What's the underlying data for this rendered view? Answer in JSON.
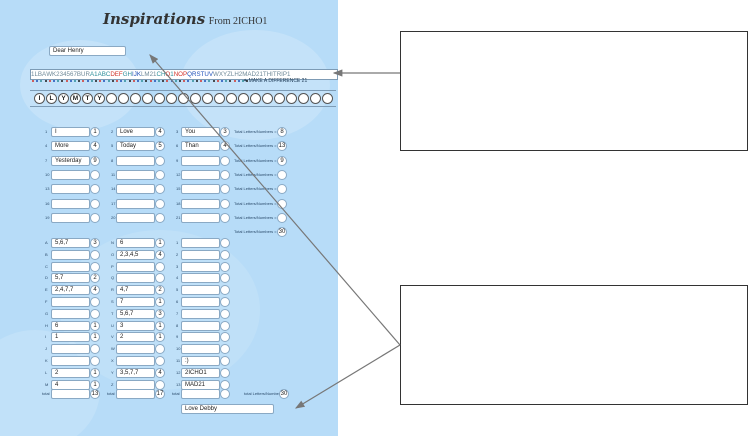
{
  "title": {
    "script": "Inspirations",
    "from": "From 2ICHO1"
  },
  "greeting": "Dear Henry",
  "closing": "Love Debby",
  "letters_bar": {
    "text": "1LBAWK234567BURA1ABCDEFGHIJKLM21CHO1NOPQRSTUVWXYZLH2MAD21THITRIP1",
    "tagline": "MAKE A DIFFERENCE 21",
    "colors": {
      "grey": "#6f8a98",
      "red": "#d2332a",
      "blue": "#1d4fb8",
      "teal": "#2e8f9a"
    }
  },
  "beads": [
    "I",
    "L",
    "Y",
    "M",
    "T",
    "Y"
  ],
  "word_rows": [
    {
      "n1": "1",
      "w1": "I",
      "c1": "1",
      "n2": "2",
      "w2": "Love",
      "c2": "4",
      "n3": "3",
      "w3": "You",
      "c3": "3",
      "total_label": "Total Letters/Numbers =",
      "total": "8"
    },
    {
      "n1": "4",
      "w1": "More",
      "c1": "4",
      "n2": "5",
      "w2": "Today",
      "c2": "5",
      "n3": "6",
      "w3": "Than",
      "c3": "4",
      "total_label": "Total Letters/Numbers =",
      "total": "13"
    },
    {
      "n1": "7",
      "w1": "Yesterday",
      "c1": "9",
      "n2": "8",
      "w2": "",
      "c2": "",
      "n3": "9",
      "w3": "",
      "c3": "",
      "total_label": "Total Letters/Numbers =",
      "total": "9"
    },
    {
      "n1": "10",
      "w1": "",
      "c1": "",
      "n2": "11",
      "w2": "",
      "c2": "",
      "n3": "12",
      "w3": "",
      "c3": "",
      "total_label": "Total Letters/Numbers =",
      "total": ""
    },
    {
      "n1": "13",
      "w1": "",
      "c1": "",
      "n2": "14",
      "w2": "",
      "c2": "",
      "n3": "15",
      "w3": "",
      "c3": "",
      "total_label": "Total Letters/Numbers =",
      "total": ""
    },
    {
      "n1": "16",
      "w1": "",
      "c1": "",
      "n2": "17",
      "w2": "",
      "c2": "",
      "n3": "18",
      "w3": "",
      "c3": "",
      "total_label": "Total Letters/Numbers =",
      "total": ""
    },
    {
      "n1": "19",
      "w1": "",
      "c1": "",
      "n2": "20",
      "w2": "",
      "c2": "",
      "n3": "21",
      "w3": "",
      "c3": "",
      "total_label": "Total Letters/Numbers =",
      "total": ""
    }
  ],
  "words_total": {
    "label": "Total Letters/Numbers =",
    "value": "30"
  },
  "letter_rows": [
    {
      "l1": "A",
      "p1": "5,6,7",
      "c1": "3",
      "l2": "N",
      "p2": "6",
      "c2": "1",
      "l3": "1",
      "p3": "",
      "c3": ""
    },
    {
      "l1": "B",
      "p1": "",
      "c1": "",
      "l2": "O",
      "p2": "2,3,4,5",
      "c2": "4",
      "l3": "2",
      "p3": "",
      "c3": ""
    },
    {
      "l1": "C",
      "p1": "",
      "c1": "",
      "l2": "P",
      "p2": "",
      "c2": "",
      "l3": "3",
      "p3": "",
      "c3": ""
    },
    {
      "l1": "D",
      "p1": "5,7",
      "c1": "2",
      "l2": "Q",
      "p2": "",
      "c2": "",
      "l3": "4",
      "p3": "",
      "c3": ""
    },
    {
      "l1": "E",
      "p1": "2,4,7,7",
      "c1": "4",
      "l2": "R",
      "p2": "4,7",
      "c2": "2",
      "l3": "5",
      "p3": "",
      "c3": ""
    },
    {
      "l1": "F",
      "p1": "",
      "c1": "",
      "l2": "S",
      "p2": "7",
      "c2": "1",
      "l3": "6",
      "p3": "",
      "c3": ""
    },
    {
      "l1": "G",
      "p1": "",
      "c1": "",
      "l2": "T",
      "p2": "5,6,7",
      "c2": "3",
      "l3": "7",
      "p3": "",
      "c3": ""
    },
    {
      "l1": "H",
      "p1": "6",
      "c1": "1",
      "l2": "U",
      "p2": "3",
      "c2": "1",
      "l3": "8",
      "p3": "",
      "c3": ""
    },
    {
      "l1": "I",
      "p1": "1",
      "c1": "1",
      "l2": "V",
      "p2": "2",
      "c2": "1",
      "l3": "9",
      "p3": "",
      "c3": ""
    },
    {
      "l1": "J",
      "p1": "",
      "c1": "",
      "l2": "W",
      "p2": "",
      "c2": "",
      "l3": "10",
      "p3": "",
      "c3": ""
    },
    {
      "l1": "K",
      "p1": "",
      "c1": "",
      "l2": "X",
      "p2": "",
      "c2": "",
      "l3": "11",
      "p3": ":)",
      "c3": ""
    },
    {
      "l1": "L",
      "p1": "2",
      "c1": "1",
      "l2": "Y",
      "p2": "3,5,7,7",
      "c2": "4",
      "l3": "12",
      "p3": "2ICHO1",
      "c3": ""
    },
    {
      "l1": "M",
      "p1": "4",
      "c1": "1",
      "l2": "Z",
      "p2": "",
      "c2": "",
      "l3": "13",
      "p3": "MAD21",
      "c3": ""
    }
  ],
  "letter_totals": {
    "label1": "total",
    "total1": "13",
    "label2": "total",
    "total2": "17",
    "label3": "total",
    "grand_label": "total Letters/Numbers =",
    "grand": "30"
  },
  "sheet_bg": "#b7dcf8"
}
